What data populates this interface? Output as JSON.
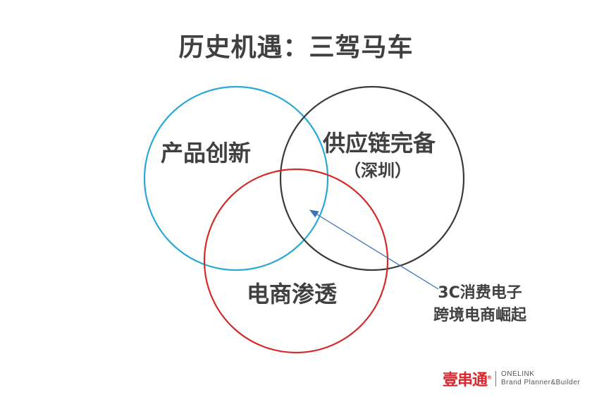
{
  "title": "历史机遇：三驾马车",
  "circles": {
    "product": {
      "label": "产品创新",
      "color": "#29a8d8"
    },
    "supply": {
      "label": "供应链完备",
      "sublabel": "（深圳）",
      "color": "#3a3a3a"
    },
    "ecommerce": {
      "label": "电商渗透",
      "color": "#d42a2a"
    }
  },
  "annotation": {
    "line1": "3C消费电子",
    "line2": "跨境电商崛起",
    "arrow_color": "#3e73b8"
  },
  "brand": {
    "logo": "壹串通",
    "reg_mark": "®",
    "name": "ONELINK",
    "tagline": "Brand Planner&Builder",
    "color": "#d9262c"
  }
}
